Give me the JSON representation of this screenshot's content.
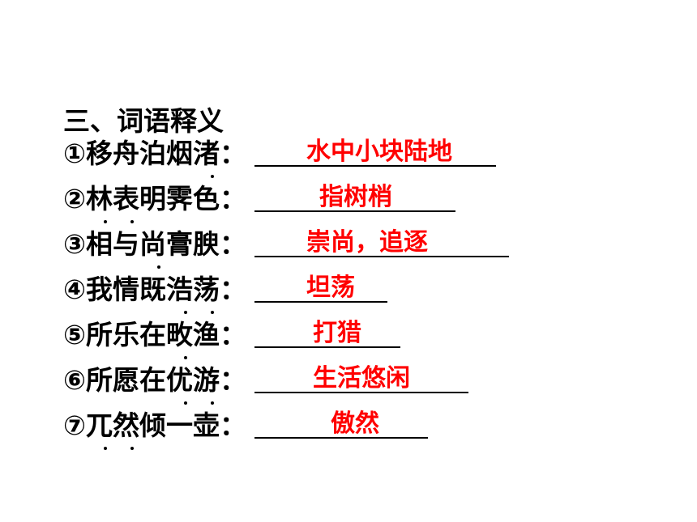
{
  "section_title": "三、词语释义",
  "items": [
    {
      "prompt": "①移舟泊烟渚：",
      "answer": "水中小块陆地"
    },
    {
      "prompt": "②林表明霁色：",
      "answer": "指树梢"
    },
    {
      "prompt": "③相与尚膏腴：",
      "answer": "崇尚，追逐"
    },
    {
      "prompt": "④我情既浩荡：",
      "answer": "坦荡"
    },
    {
      "prompt": "⑤所乐在畋渔：",
      "answer": "打猎"
    },
    {
      "prompt": "⑥所愿在优游：",
      "answer": "生活悠闲"
    },
    {
      "prompt": "⑦兀然倾一壶：",
      "answer": "傲然"
    }
  ],
  "colors": {
    "text": "#000000",
    "answer": "#ff0000",
    "background": "#ffffff"
  }
}
